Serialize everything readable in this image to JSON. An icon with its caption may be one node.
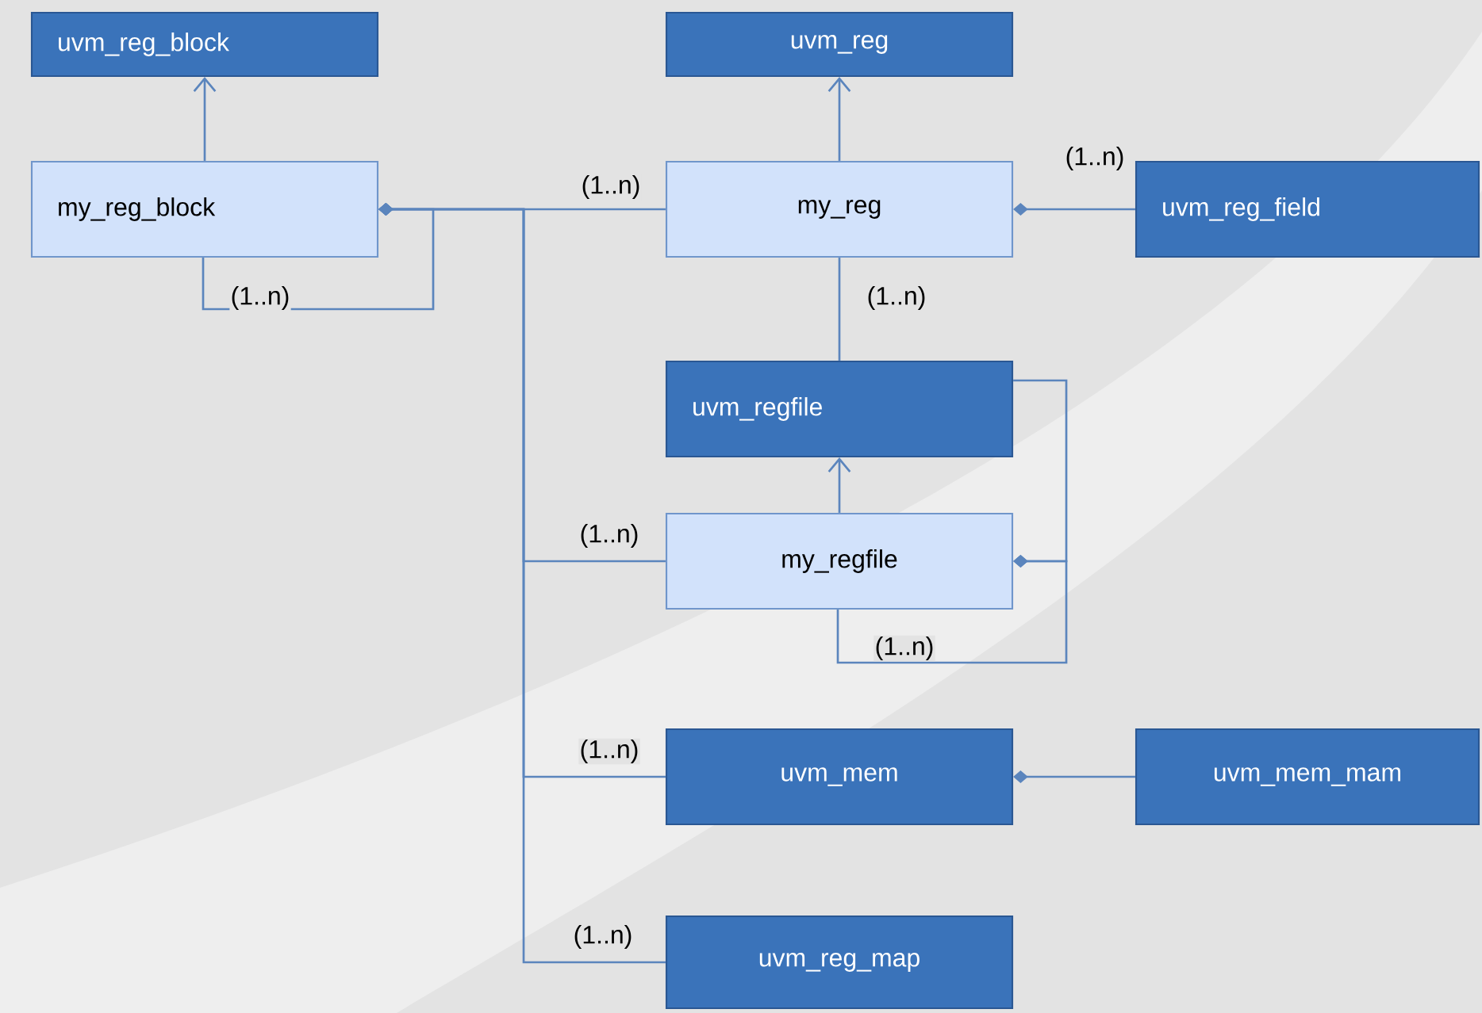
{
  "diagram": {
    "nodes": [
      {
        "text": [
          "uvm_reg_block"
        ]
      },
      {
        "text": [
          "uvm_reg"
        ]
      },
      {
        "text": [
          "my_reg_block"
        ]
      },
      {
        "text": [
          "my_reg"
        ]
      },
      {
        "text": [
          "uvm_reg_field"
        ]
      },
      {
        "text": [
          "uvm_regfile"
        ]
      },
      {
        "text": [
          "my_regfile"
        ]
      },
      {
        "text": [
          "uvm_mem"
        ]
      },
      {
        "text": [
          "uvm_mem_mam"
        ]
      },
      {
        "text": [
          "uvm_reg_map"
        ]
      }
    ],
    "edges": [
      {
        "from": 2,
        "to": 0,
        "arrow": "to"
      },
      {
        "from": 3,
        "to": 1,
        "arrow": "to"
      },
      {
        "from": 6,
        "to": 5,
        "arrow": "to"
      },
      {
        "from": 2,
        "to": 2,
        "arrow": "other",
        "label": "(1..n)"
      },
      {
        "from": 2,
        "to": 3,
        "arrow": "other",
        "label": "(1..n)"
      },
      {
        "from": 2,
        "to": 6,
        "arrow": "other",
        "label": "(1..n)"
      },
      {
        "from": 2,
        "to": 7,
        "arrow": "other",
        "label": "(1..n)"
      },
      {
        "from": 2,
        "to": 9,
        "arrow": "other",
        "label": "(1..n)"
      },
      {
        "from": 3,
        "to": 4,
        "arrow": "other",
        "label": "(1..n)"
      },
      {
        "from": 3,
        "to": 5,
        "arrow": "none",
        "label": "(1..n)"
      },
      {
        "from": 6,
        "to": 5,
        "arrow": "other"
      },
      {
        "from": 6,
        "to": 6,
        "arrow": "other",
        "label": "(1..n)"
      },
      {
        "from": 7,
        "to": 8,
        "arrow": "other"
      }
    ]
  }
}
